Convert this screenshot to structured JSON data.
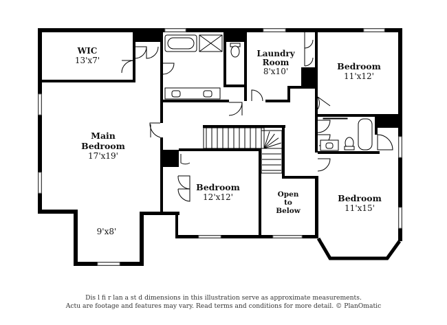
{
  "rooms": [
    {
      "key": "wic",
      "name": "WIC",
      "dim": "13'x7'"
    },
    {
      "key": "main",
      "name_lines": [
        "Main",
        "Bedroom"
      ],
      "dim": "17'x19'"
    },
    {
      "key": "alcove",
      "dim": "9'x8'"
    },
    {
      "key": "laundry",
      "name_lines": [
        "Laundry",
        "Room"
      ],
      "dim": "8'x10'"
    },
    {
      "key": "bed_ne",
      "name": "Bedroom",
      "dim": "11'x12'"
    },
    {
      "key": "bed_c",
      "name": "Bedroom",
      "dim": "12'x12'"
    },
    {
      "key": "open",
      "name_lines": [
        "Open",
        "to",
        "Below"
      ]
    },
    {
      "key": "bed_se",
      "name": "Bedroom",
      "dim": "11'x15'"
    }
  ],
  "disclaimer": {
    "line1": "Dis        l  fi     r  lan  a    st    d dimensions in this illustration serve as approximate measurements.",
    "line2": "Actu        are footage and features may vary. Read terms and conditions for more detail. © PlanOmatic"
  }
}
